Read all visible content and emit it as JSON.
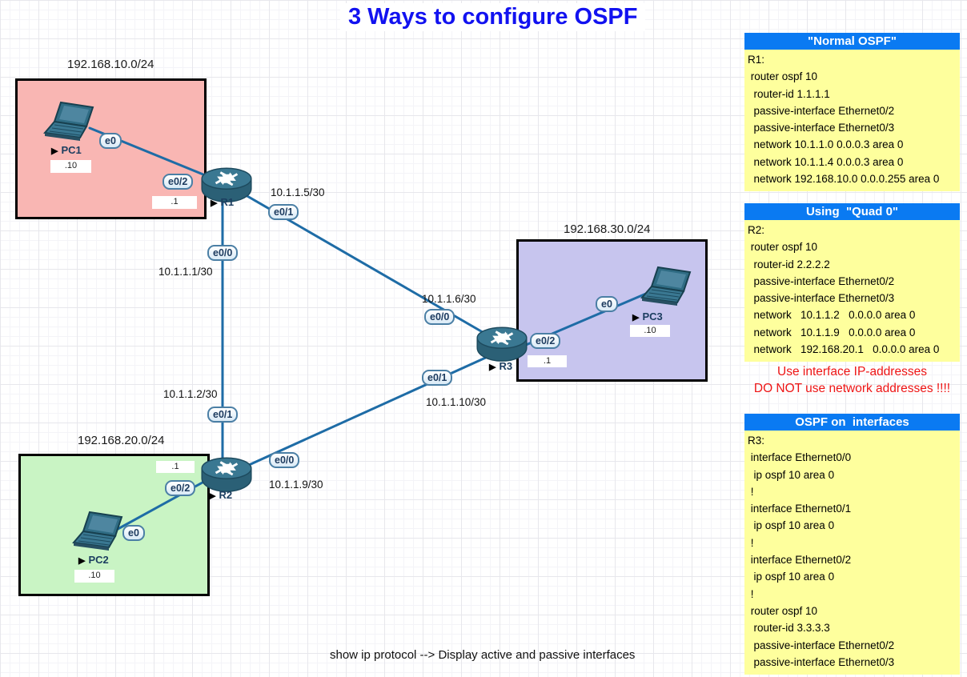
{
  "title": "3 Ways to configure OSPF",
  "footer": "show ip protocol --> Display active and passive interfaces",
  "lans": {
    "lan10": {
      "subnet": "192.168.10.0/24"
    },
    "lan20": {
      "subnet": "192.168.20.0/24"
    },
    "lan30": {
      "subnet": "192.168.30.0/24"
    }
  },
  "nodes": {
    "pc1": {
      "name": "PC1",
      "marker": "▶",
      "host_octet": ".10",
      "nic": "e0"
    },
    "pc2": {
      "name": "PC2",
      "marker": "▶",
      "host_octet": ".10",
      "nic": "e0"
    },
    "pc3": {
      "name": "PC3",
      "marker": "▶",
      "host_octet": ".10",
      "nic": "e0"
    },
    "r1": {
      "name": "R1",
      "marker": "▶",
      "lan_octet": ".1",
      "if_lan": "e0/2",
      "if_to_r3": "e0/1",
      "if_to_r2": "e0/0"
    },
    "r2": {
      "name": "R2",
      "marker": "▶",
      "lan_octet": ".1",
      "if_lan": "e0/2",
      "if_to_r1": "e0/1",
      "if_to_r3": "e0/0"
    },
    "r3": {
      "name": "R3",
      "marker": "▶",
      "lan_octet": ".1",
      "if_lan": "e0/2",
      "if_to_r1": "e0/0",
      "if_to_r2": "e0/1"
    }
  },
  "links": {
    "r1_r3": {
      "a_ip": "10.1.1.5/30",
      "b_ip": "10.1.1.6/30"
    },
    "r1_r2": {
      "a_ip": "10.1.1.1/30",
      "b_ip": "10.1.1.2/30"
    },
    "r2_r3": {
      "a_ip": "10.1.1.9/30",
      "b_ip": "10.1.1.10/30"
    }
  },
  "notes": [
    {
      "title": "\"Normal OSPF\"",
      "body": "R1:\n router ospf 10\n  router-id 1.1.1.1\n  passive-interface Ethernet0/2\n  passive-interface Ethernet0/3\n  network 10.1.1.0 0.0.0.3 area 0\n  network 10.1.1.4 0.0.0.3 area 0\n  network 192.168.10.0 0.0.0.255 area 0"
    },
    {
      "title": "Using  \"Quad 0\"",
      "body": "R2:\n router ospf 10\n  router-id 2.2.2.2\n  passive-interface Ethernet0/2\n  passive-interface Ethernet0/3\n  network   10.1.1.2   0.0.0.0 area 0\n  network   10.1.1.9   0.0.0.0 area 0\n  network   192.168.20.1   0.0.0.0 area 0",
      "warning": "Use interface IP-addresses\nDO NOT use network addresses !!!!"
    },
    {
      "title": "OSPF on  interfaces",
      "body": "R3:\n interface Ethernet0/0\n  ip ospf 10 area 0\n !\n interface Ethernet0/1\n  ip ospf 10 area 0\n !\n interface Ethernet0/2\n  ip ospf 10 area 0\n !\n router ospf 10\n  router-id 3.3.3.3\n  passive-interface Ethernet0/2\n  passive-interface Ethernet0/3"
    }
  ],
  "colors": {
    "title_blue": "#1212f0",
    "note_header_bg": "#0a7af2",
    "note_body_bg": "#feff9d",
    "warning_red": "#ee1414",
    "lan10_fill": "#f9b6b3",
    "lan20_fill": "#c9f4c4",
    "lan30_fill": "#c7c5ee",
    "link_blue": "#1e6ca6"
  }
}
